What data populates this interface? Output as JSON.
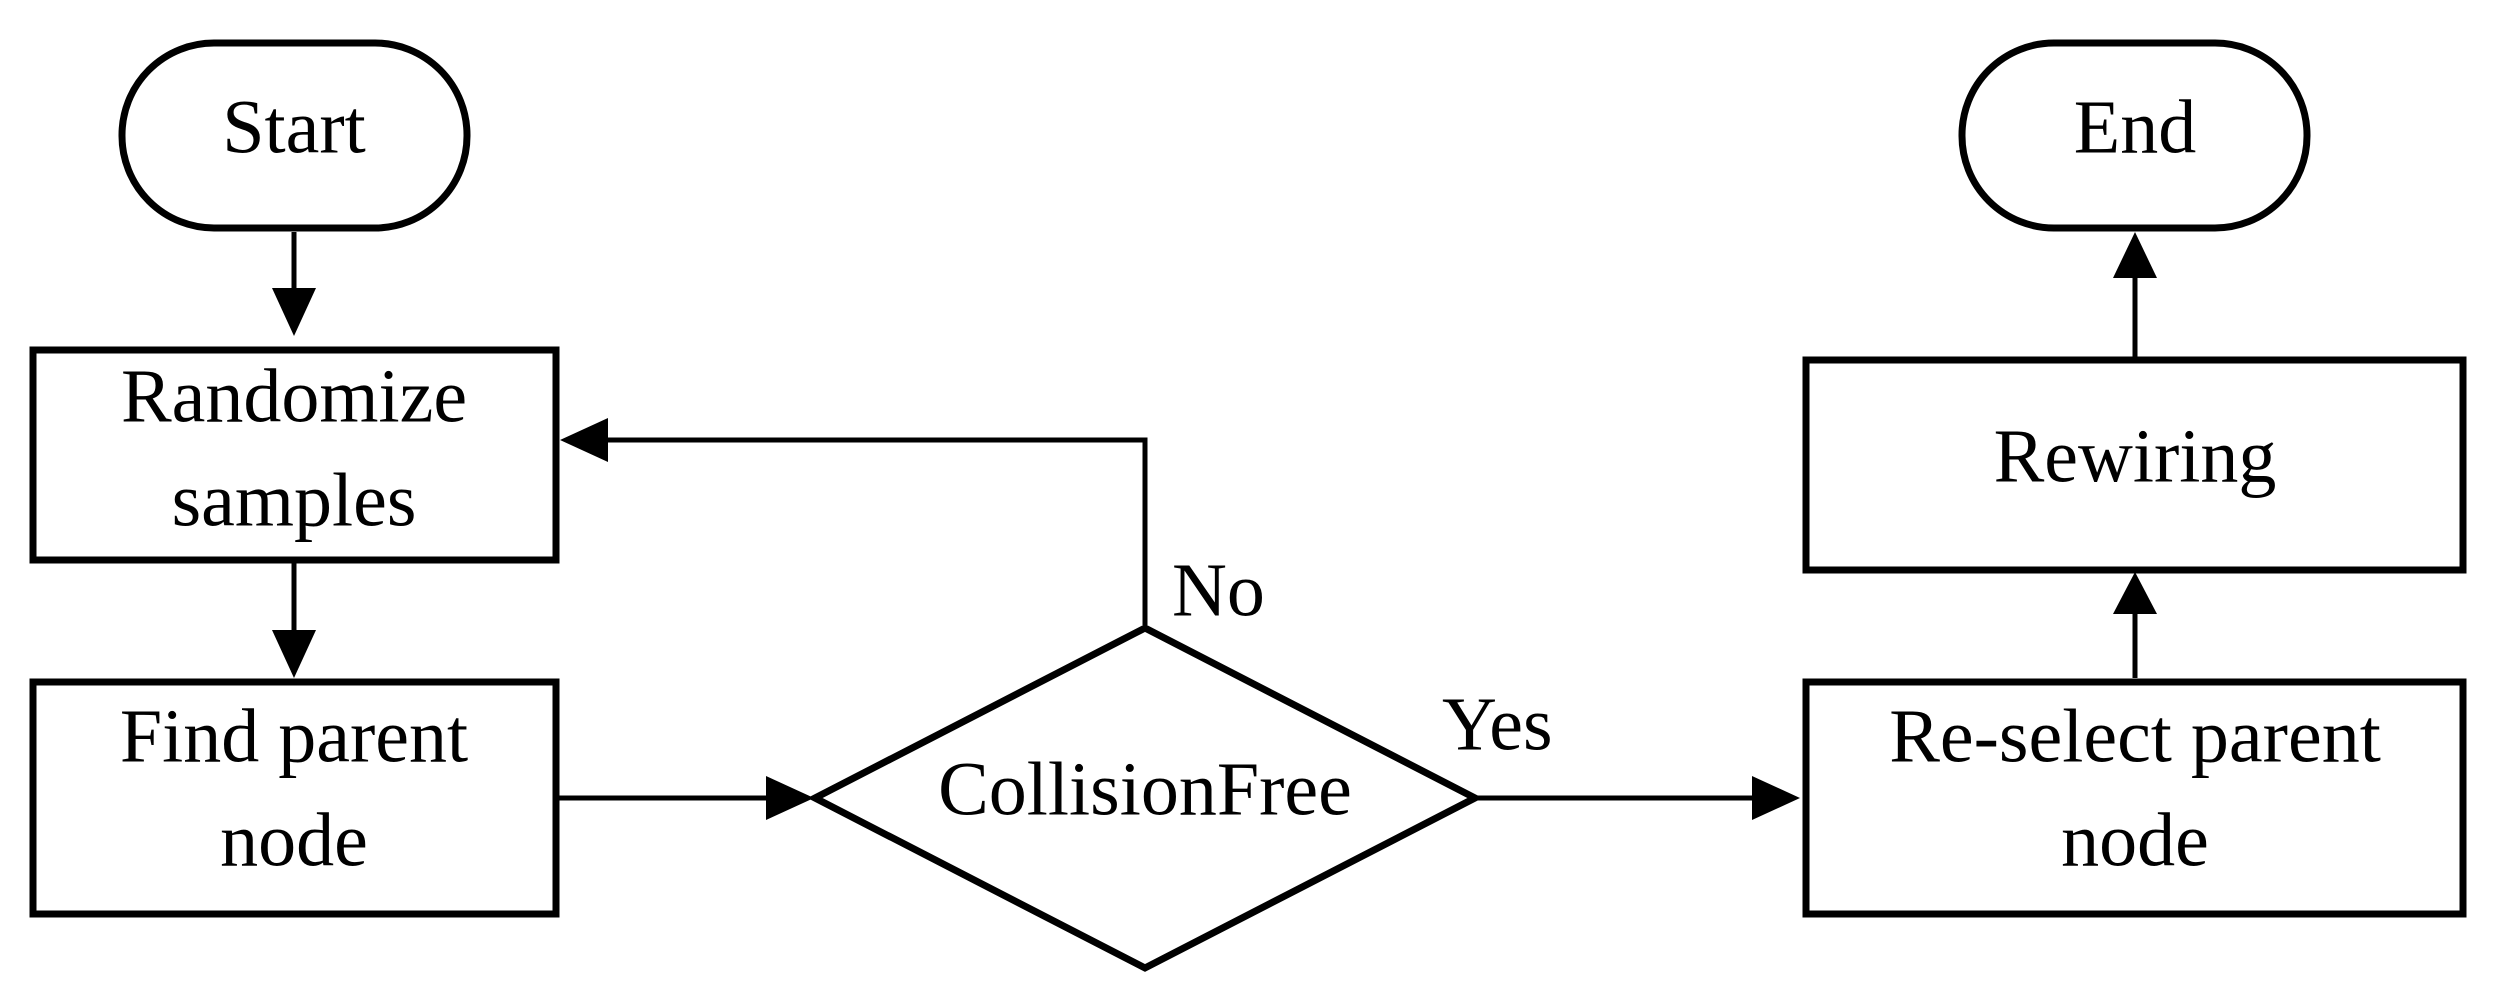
{
  "nodes": {
    "start": {
      "label": "Start"
    },
    "randomize": {
      "line1": "Randomize",
      "line2": "samples"
    },
    "find_parent": {
      "line1": "Find parent",
      "line2": "node"
    },
    "collision": {
      "label": "CollisionFree"
    },
    "reselect": {
      "line1": "Re-select parent",
      "line2": "node"
    },
    "rewiring": {
      "label": "Rewiring"
    },
    "end": {
      "label": "End"
    }
  },
  "edges": {
    "no_label": "No",
    "yes_label": "Yes"
  },
  "colors": {
    "stroke": "#000000",
    "background": "#ffffff"
  }
}
